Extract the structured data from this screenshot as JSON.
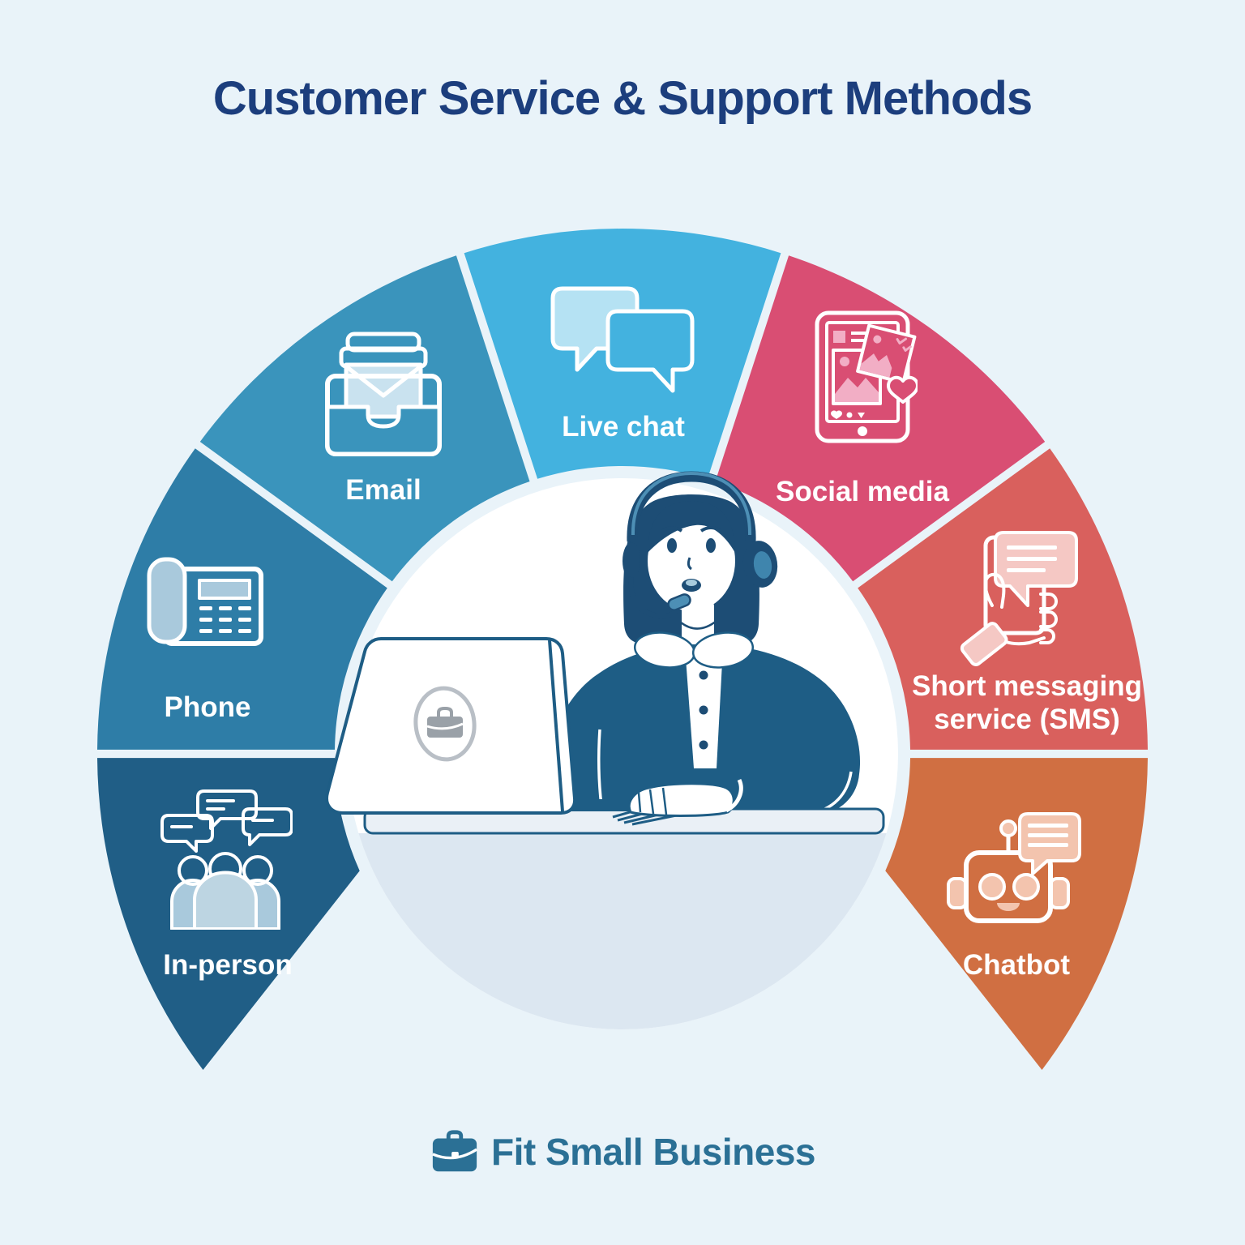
{
  "title": {
    "text": "Customer Service & Support Methods",
    "color": "#1c3e7d"
  },
  "background_color": "#e9f3f9",
  "diagram": {
    "type": "semicircle-fan",
    "center_illustration": "customer support agent wearing headset working on laptop at desk",
    "segments": [
      {
        "id": "in-person",
        "label": "In-person",
        "color": "#205e86",
        "icon": "people-chat-icon"
      },
      {
        "id": "phone",
        "label": "Phone",
        "color": "#2e7da7",
        "icon": "desk-phone-icon"
      },
      {
        "id": "email",
        "label": "Email",
        "color": "#3a94bc",
        "icon": "inbox-envelope-icon"
      },
      {
        "id": "live-chat",
        "label": "Live chat",
        "color": "#43b2df",
        "icon": "chat-bubbles-icon"
      },
      {
        "id": "social-media",
        "label": "Social media",
        "color": "#d94e73",
        "icon": "social-feed-phone-icon"
      },
      {
        "id": "sms",
        "label": "Short messaging service (SMS)",
        "label_lines": [
          "Short messaging",
          "service (SMS)"
        ],
        "color": "#d9605d",
        "icon": "hand-phone-message-icon"
      },
      {
        "id": "chatbot",
        "label": "Chatbot",
        "color": "#d06f42",
        "icon": "robot-chat-icon"
      }
    ]
  },
  "footer": {
    "brand": "Fit Small Business",
    "color": "#2b7095"
  }
}
